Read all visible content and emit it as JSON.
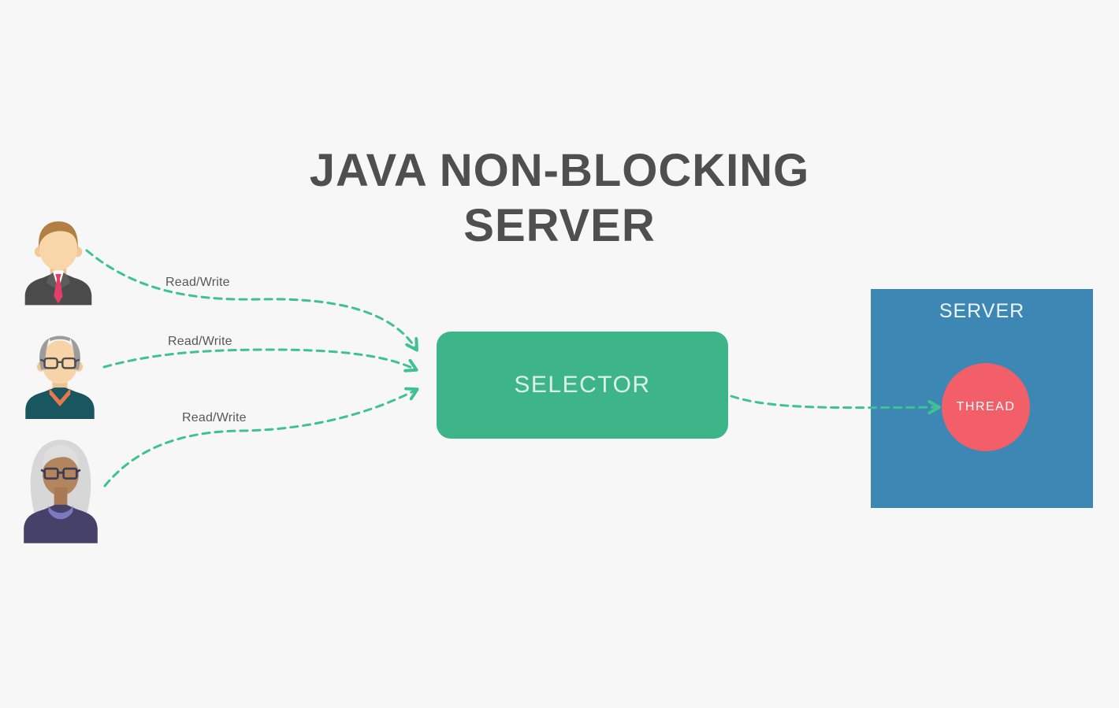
{
  "background_color": "#f7f7f7",
  "title": {
    "line1": "JAVA NON-BLOCKING",
    "line2": "SERVER",
    "color": "#4f4f4f"
  },
  "clients": [
    {
      "type": "businessman with tie",
      "edge_label": "Read/Write"
    },
    {
      "type": "older man with glasses",
      "edge_label": "Read/Write"
    },
    {
      "type": "older woman with glasses",
      "edge_label": "Read/Write"
    }
  ],
  "selector": {
    "label": "SELECTOR",
    "fill": "#3eb489",
    "text_color": "#daf2e8"
  },
  "server": {
    "label": "SERVER",
    "fill": "#3d87b4",
    "text_color": "#eef6fb",
    "thread": {
      "label": "THREAD",
      "fill": "#f25f68",
      "text_color": "#ffffff"
    }
  },
  "connections": {
    "style": "dashed",
    "color": "#3ec292"
  }
}
